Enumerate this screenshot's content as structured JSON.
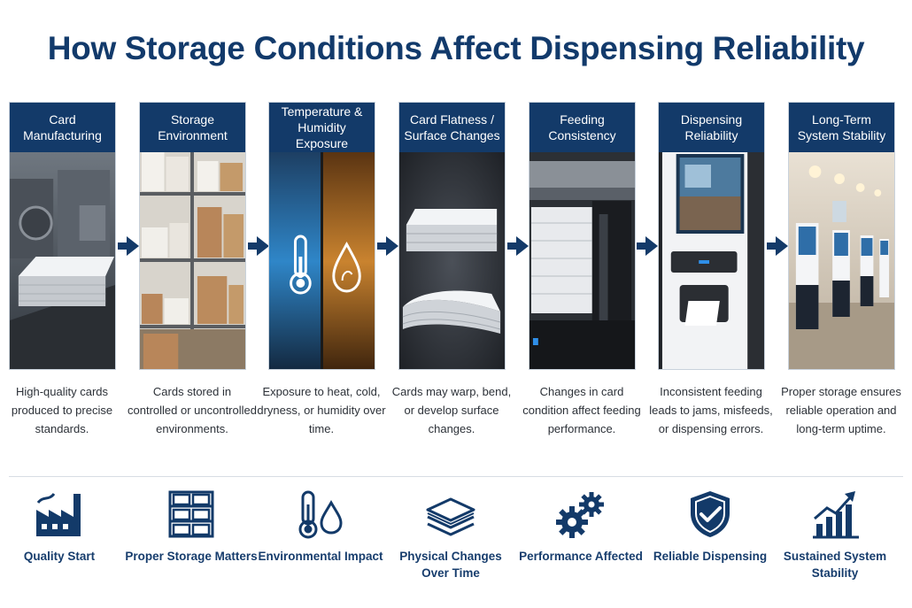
{
  "title": "How Storage Conditions Affect Dispensing Reliability",
  "colors": {
    "primary": "#133a69",
    "text": "#2c3138",
    "accent_blue": "#2f8fe8",
    "accent_orange": "#d98a2b"
  },
  "steps": [
    {
      "heading": "Card Manufacturing",
      "description": "High-quality cards produced to precise standards.",
      "image": "factory-card-stack-image"
    },
    {
      "heading": "Storage Environment",
      "description": "Cards stored in controlled or uncontrolled environments.",
      "image": "warehouse-shelves-image"
    },
    {
      "heading": "Temperature & Humidity Exposure",
      "description": "Exposure to heat, cold, dryness, or humidity over time.",
      "image": "thermometer-droplet-image"
    },
    {
      "heading": "Card Flatness / Surface Changes",
      "description": "Cards may warp, bend, or develop surface changes.",
      "image": "flat-vs-warped-cards-image"
    },
    {
      "heading": "Feeding Consistency",
      "description": "Changes in card condition affect feeding performance.",
      "image": "card-feeder-image"
    },
    {
      "heading": "Dispensing Reliability",
      "description": "Inconsistent feeding leads to jams, misfeeds, or dispensing errors.",
      "image": "kiosk-dispenser-image"
    },
    {
      "heading": "Long-Term System Stability",
      "description": "Proper storage ensures reliable operation and long-term uptime.",
      "image": "kiosk-row-lobby-image"
    }
  ],
  "outcomes": [
    {
      "label": "Quality Start",
      "icon": "factory-icon"
    },
    {
      "label": "Proper Storage Matters",
      "icon": "storage-rack-icon"
    },
    {
      "label": "Environmental Impact",
      "icon": "thermometer-droplet-icon"
    },
    {
      "label": "Physical Changes Over Time",
      "icon": "card-stack-icon"
    },
    {
      "label": "Performance Affected",
      "icon": "gears-icon"
    },
    {
      "label": "Reliable Dispensing",
      "icon": "shield-check-icon"
    },
    {
      "label": "Sustained System Stability",
      "icon": "growth-chart-icon"
    }
  ]
}
